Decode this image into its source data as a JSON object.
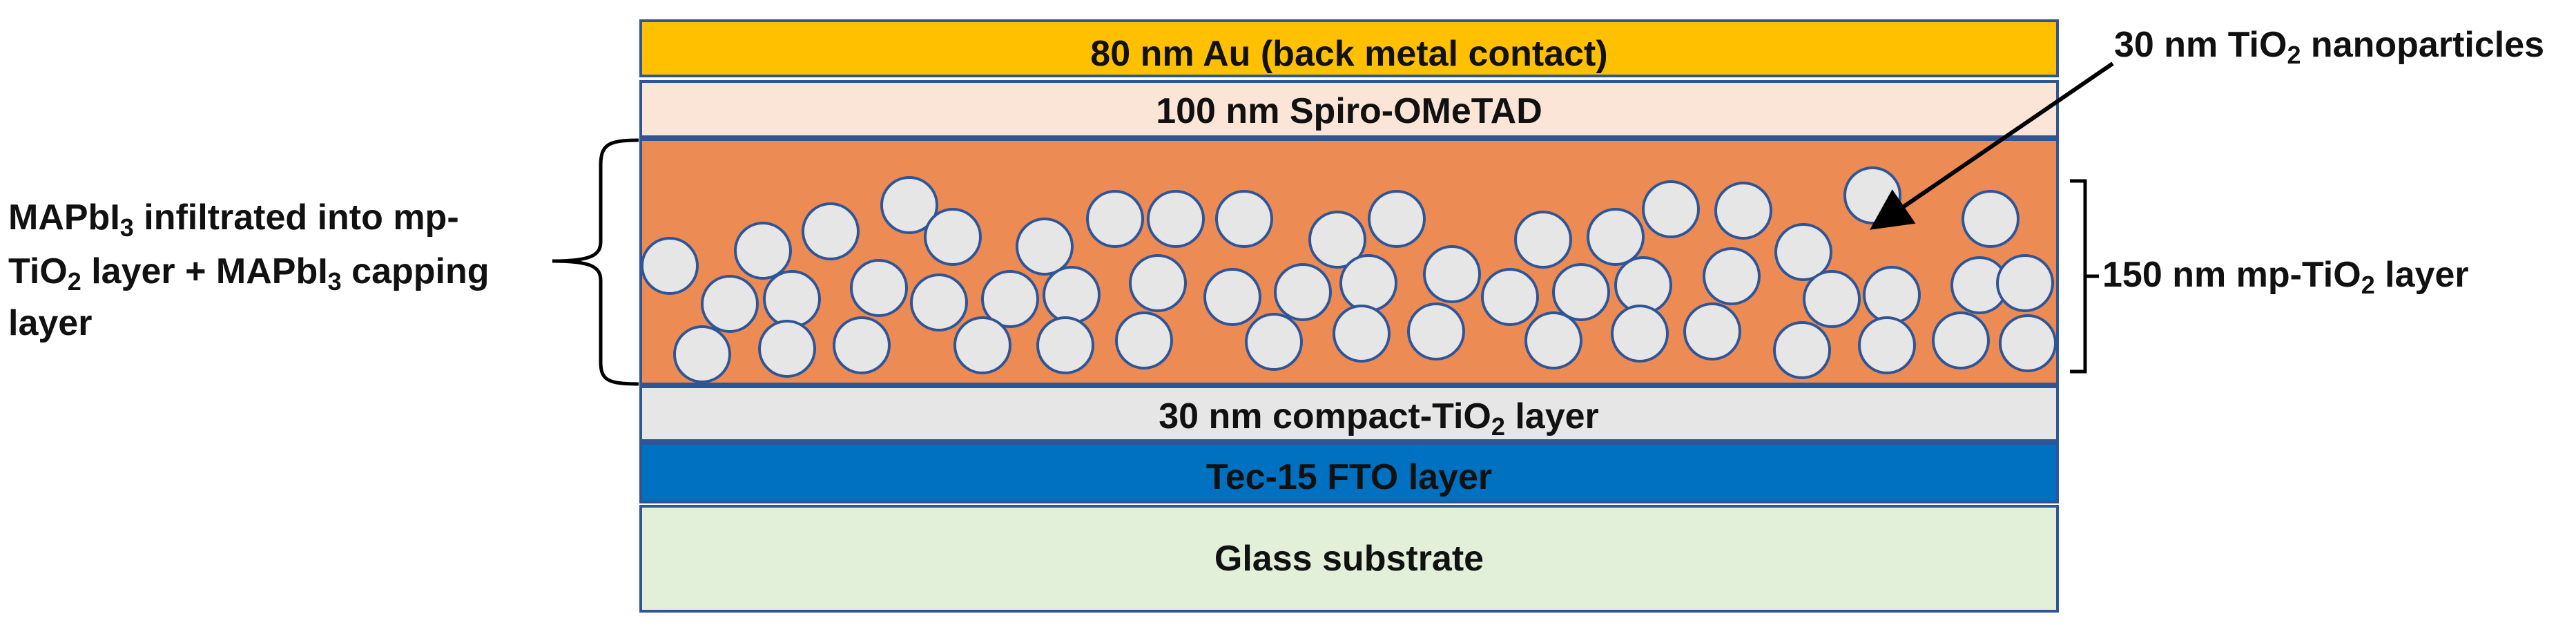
{
  "layers": {
    "au": {
      "text": "80 nm Au (back metal contact)",
      "fill": "#FFC000"
    },
    "spiro": {
      "text": "100 nm Spiro-OMeTAD",
      "fill": "#FBE5D6"
    },
    "perovskite": {
      "fill": "#ED8B55"
    },
    "compact": {
      "text_before": "30 nm compact-TiO",
      "sub": "2",
      "text_after": " layer",
      "fill": "#E7E6E6"
    },
    "fto": {
      "text": "Tec-15 FTO layer",
      "fill": "#0070C0",
      "text_color": "#FFFFFF"
    },
    "glass": {
      "text": "Glass substrate",
      "fill": "#E2F0D9"
    },
    "border_color": "#2F5597"
  },
  "particles": {
    "fill": "#E6E6E6",
    "stroke": "#2F5597"
  },
  "labels": {
    "nanoparticles": {
      "text_before": "30 nm TiO",
      "sub": "2",
      "text_after": " nanoparticles"
    },
    "mp_layer": {
      "text_before": "150 nm mp-TiO",
      "sub": "2",
      "text_after": " layer"
    },
    "left_line1": {
      "a": "MAPbI",
      "a_sub": "3",
      "b": " infiltrated into mp-"
    },
    "left_line2": {
      "a": "TiO",
      "a_sub": "2",
      "b": " layer + MAPbI",
      "b_sub": "3",
      "c": " capping"
    },
    "left_line3": {
      "a": "layer"
    }
  }
}
